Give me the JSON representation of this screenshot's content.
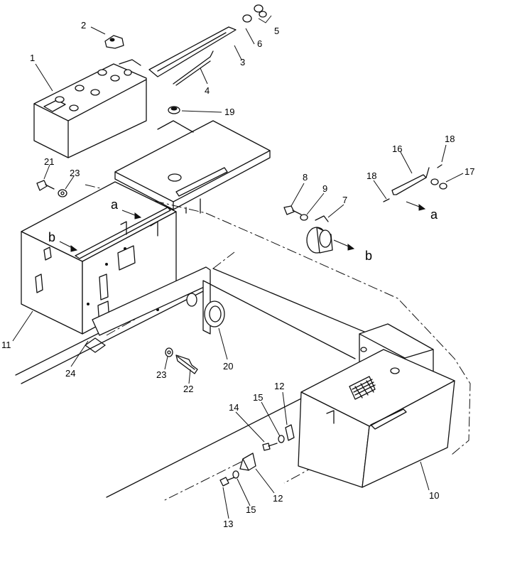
{
  "diagram": {
    "labels": {
      "p1": "1",
      "p2": "2",
      "p3": "3",
      "p4": "4",
      "p5": "5",
      "p6": "6",
      "p7": "7",
      "p8": "8",
      "p9": "9",
      "p10": "10",
      "p11": "11",
      "p12a": "12",
      "p12b": "12",
      "p13": "13",
      "p14": "14",
      "p15a": "15",
      "p15b": "15",
      "p16": "16",
      "p17": "17",
      "p18a": "18",
      "p18b": "18",
      "p19": "19",
      "p20": "20",
      "p21": "21",
      "p22": "22",
      "p23a": "23",
      "p23b": "23",
      "p24": "24",
      "ref_a1": "a",
      "ref_a2": "a",
      "ref_b1": "b",
      "ref_b2": "b"
    }
  }
}
